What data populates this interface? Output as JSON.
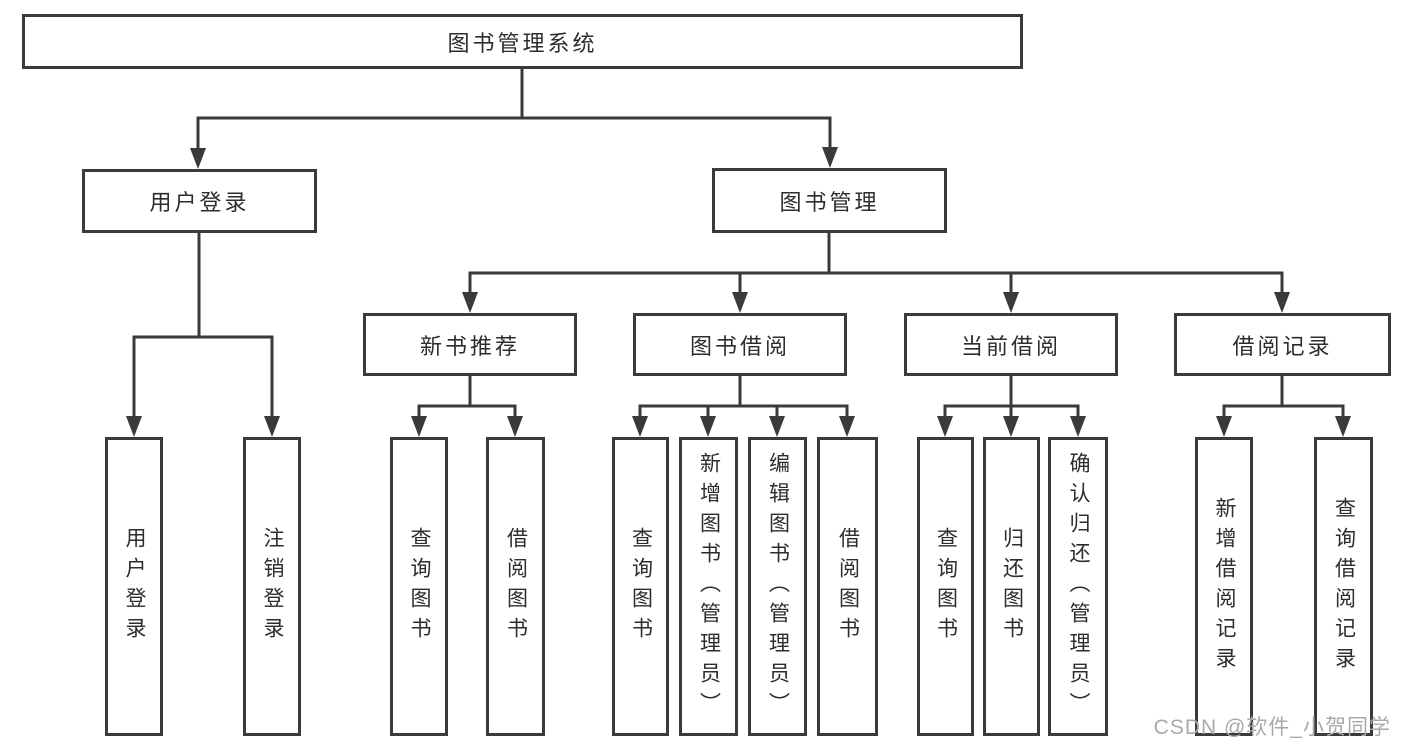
{
  "colors": {
    "line": "#3a3a3a",
    "text": "#2d2d2d",
    "box_background": "#ffffff",
    "page_background": "#ffffff",
    "watermark": "#a9a9a9"
  },
  "watermark": {
    "text": "CSDN @软件_小贺同学"
  },
  "tree": {
    "root": {
      "label": "图书管理系统"
    },
    "branches": [
      {
        "label": "用户登录",
        "children": [
          {
            "label": "用户登录"
          },
          {
            "label": "注销登录"
          }
        ]
      },
      {
        "label": "图书管理",
        "children": [
          {
            "label": "新书推荐",
            "children": [
              {
                "label": "查询图书"
              },
              {
                "label": "借阅图书"
              }
            ]
          },
          {
            "label": "图书借阅",
            "children": [
              {
                "label": "查询图书"
              },
              {
                "label": "新增图书（管理员）"
              },
              {
                "label": "编辑图书（管理员）"
              },
              {
                "label": "借阅图书"
              }
            ]
          },
          {
            "label": "当前借阅",
            "children": [
              {
                "label": "查询图书"
              },
              {
                "label": "归还图书"
              },
              {
                "label": "确认归还（管理员）"
              }
            ]
          },
          {
            "label": "借阅记录",
            "children": [
              {
                "label": "新增借阅记录"
              },
              {
                "label": "查询借阅记录"
              }
            ]
          }
        ]
      }
    ]
  }
}
